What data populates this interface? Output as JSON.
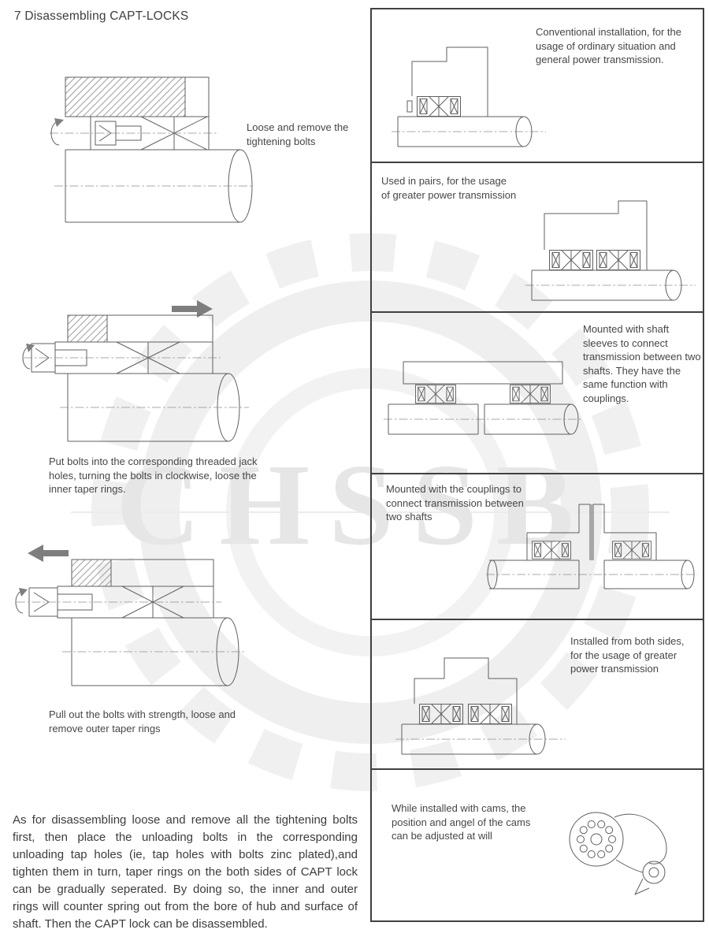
{
  "page": {
    "title": "7 Disassembling CAPT-LOCKS"
  },
  "watermark": {
    "text": "CHSSB"
  },
  "colors": {
    "line": "#5f5f5f",
    "text": "#404040",
    "watermark": "#e6e6e6",
    "panel_border": "#404040"
  },
  "disassembly_steps": [
    {
      "caption": "Loose and remove the tightening bolts"
    },
    {
      "caption": "Put bolts into the corresponding threaded jack holes, turning the bolts in clockwise, loose the inner taper rings."
    },
    {
      "caption": "Pull out the bolts with strength, loose and remove outer taper rings"
    }
  ],
  "body_paragraph": "As for disassembling loose and remove all the tightening bolts first, then place the unloading bolts in the corresponding unloading tap holes (ie, tap holes with bolts zinc plated),and tighten them in turn, taper rings on the both sides of CAPT lock can be gradually seperated. By doing so, the inner and outer rings will counter spring out from the bore of hub and surface of shaft. Then the CAPT lock can be disassembled.",
  "installation_examples": [
    {
      "caption": "Conventional installation, for the usage of ordinary situation and general power transmission."
    },
    {
      "caption": "Used in pairs, for the usage of greater power transmission"
    },
    {
      "caption": "Mounted with shaft sleeves to connect transmission between two shafts. They have the same function with couplings."
    },
    {
      "caption": "Mounted with the couplings to connect transmission between two shafts"
    },
    {
      "caption": "Installed from both sides, for the usage of greater power transmission"
    },
    {
      "caption": "While installed with cams, the position and angel of the cams can be adjusted at will"
    }
  ]
}
